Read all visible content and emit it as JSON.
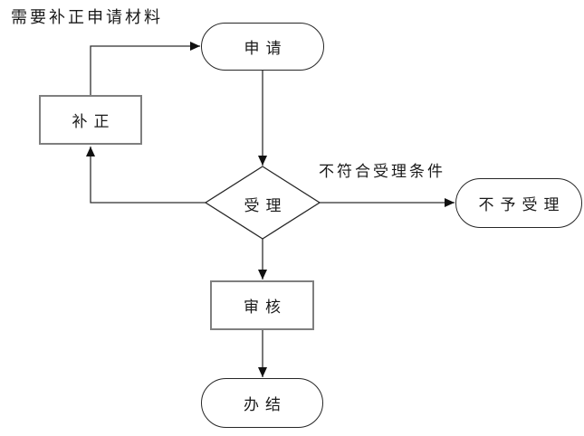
{
  "diagram": {
    "background": "#ffffff",
    "line_color": "#2f2f2f",
    "rect_border_color": "#7f7f7f",
    "shape_border_color": "#262626",
    "arrowhead_color": "#111111",
    "annotations": {
      "need_supplement": "需要补正申请材料",
      "reject_condition": "不符合受理条件"
    },
    "nodes": {
      "apply": {
        "label": "申请",
        "shape": "stadium"
      },
      "supplement": {
        "label": "补正",
        "shape": "rectangle"
      },
      "accept": {
        "label": "受理",
        "shape": "diamond"
      },
      "reject": {
        "label": "不予受理",
        "shape": "stadium"
      },
      "review": {
        "label": "审核",
        "shape": "rectangle"
      },
      "complete": {
        "label": "办结",
        "shape": "stadium"
      }
    },
    "edges": [
      {
        "from": "apply",
        "to": "accept",
        "label": ""
      },
      {
        "from": "accept",
        "to": "reject",
        "label": "不符合受理条件"
      },
      {
        "from": "accept",
        "to": "supplement",
        "label": "需要补正申请材料"
      },
      {
        "from": "supplement",
        "to": "apply",
        "label": ""
      },
      {
        "from": "accept",
        "to": "review",
        "label": ""
      },
      {
        "from": "review",
        "to": "complete",
        "label": ""
      }
    ]
  }
}
